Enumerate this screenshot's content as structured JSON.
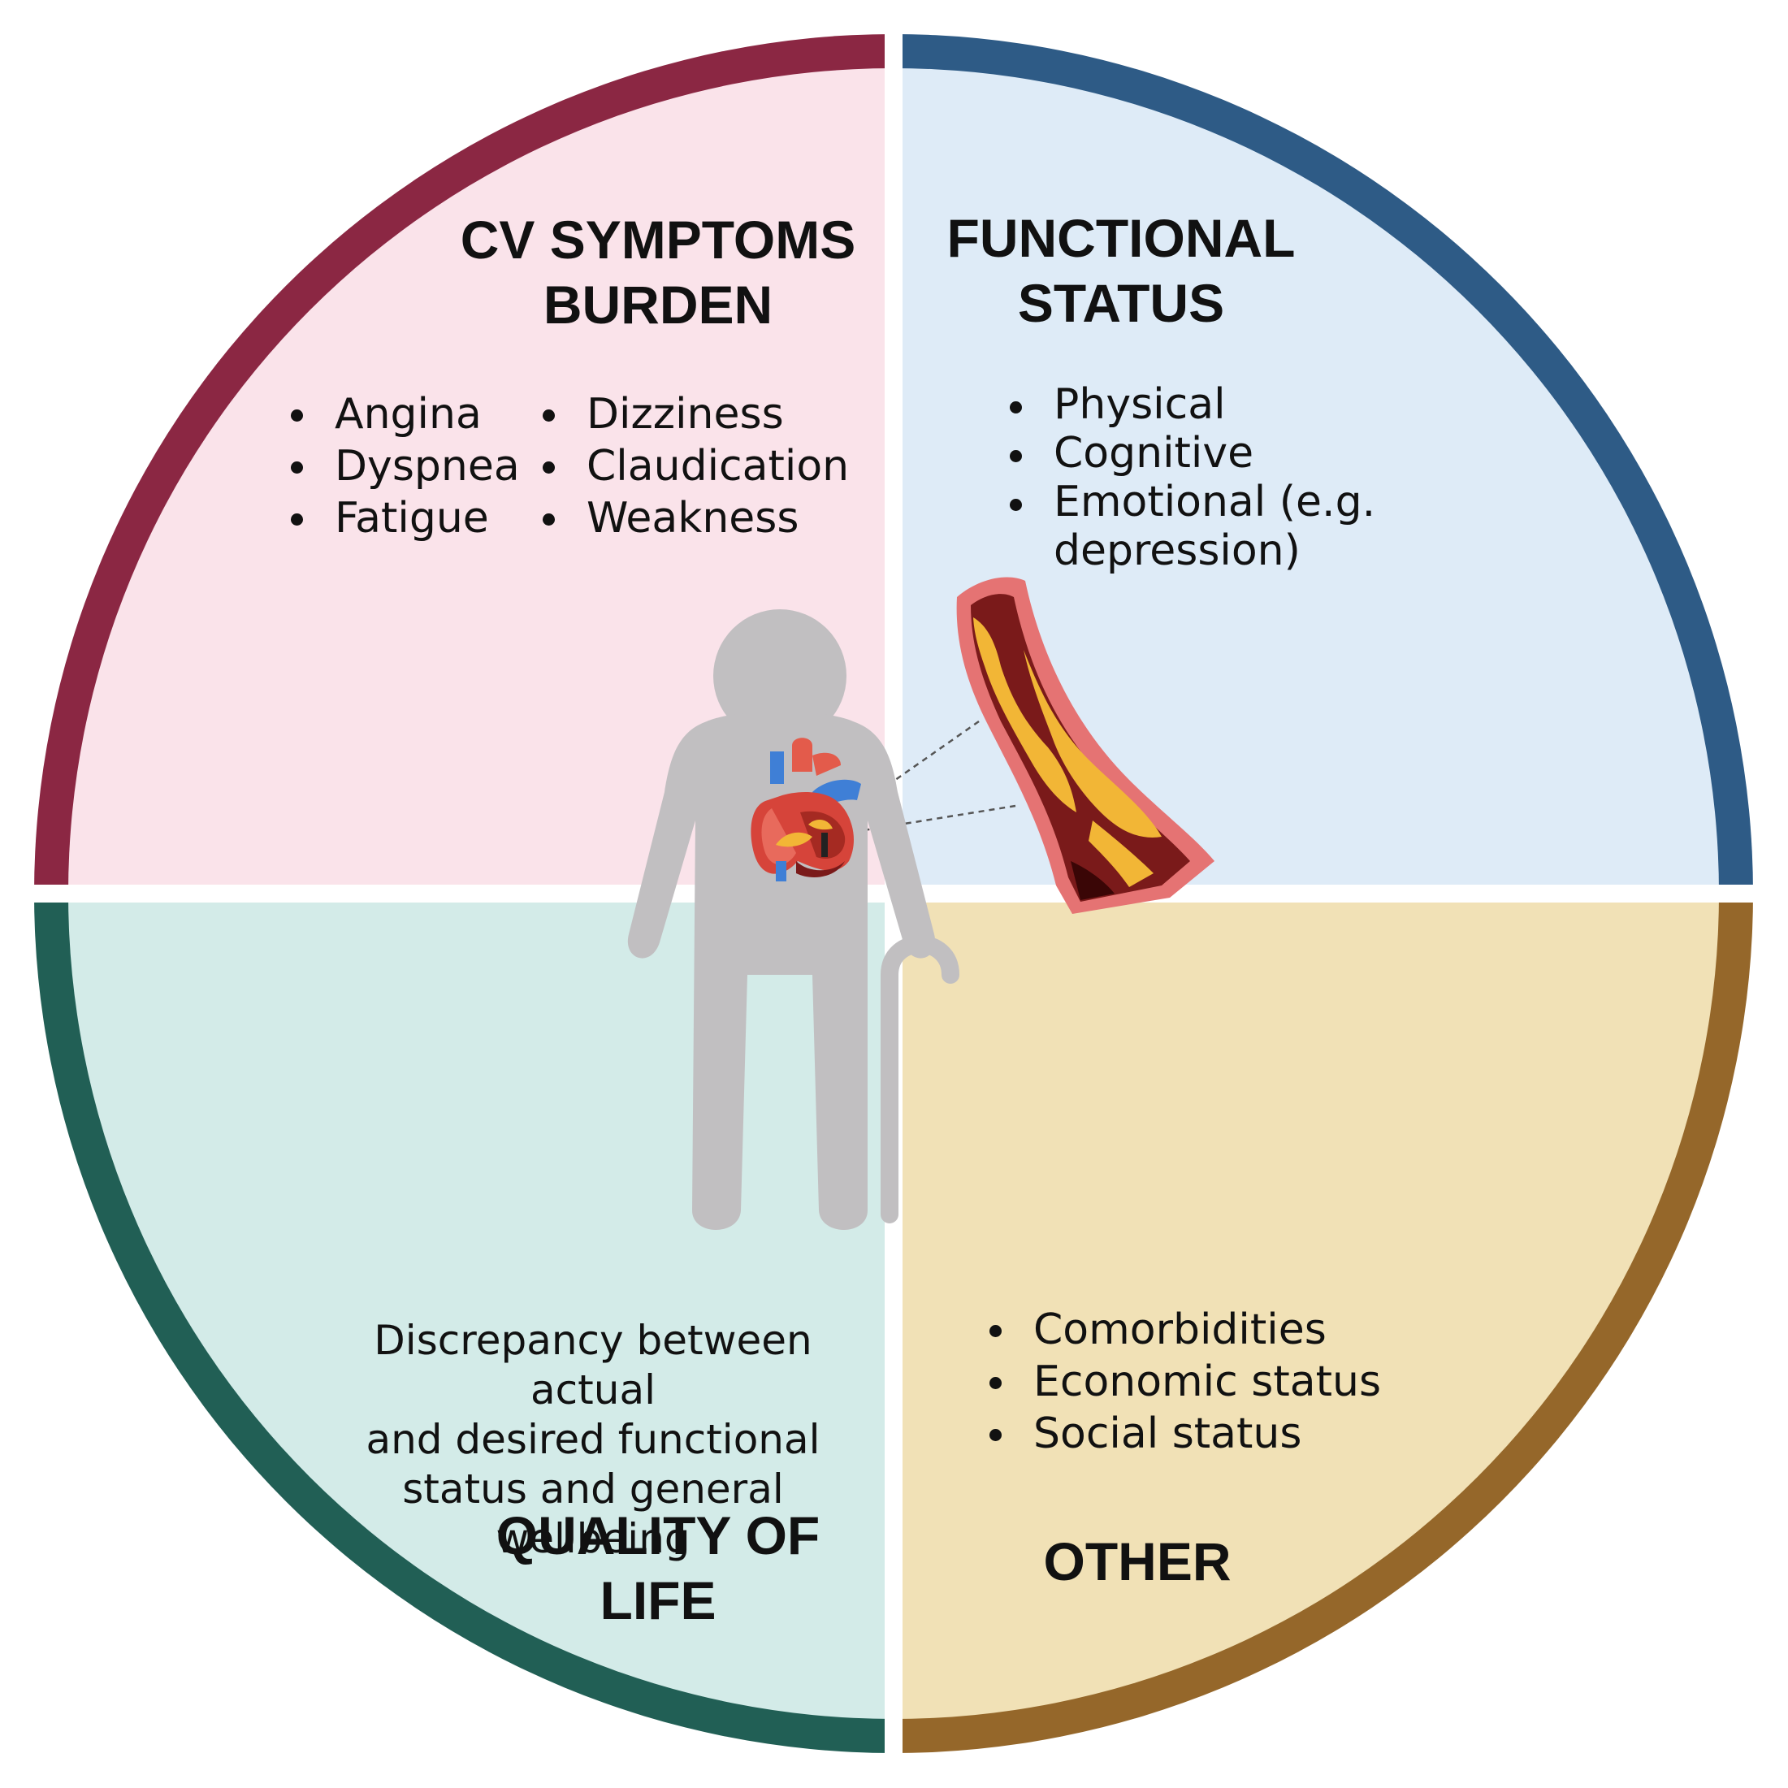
{
  "colors": {
    "q1_fill": "#fae3ea",
    "q1_ring": "#8b2743",
    "q2_fill": "#deebf7",
    "q2_ring": "#2e5b86",
    "q3_fill": "#d3ebe8",
    "q3_ring": "#215f55",
    "q4_fill": "#f1e1b6",
    "q4_ring": "#95672a",
    "figure": "#c1bfc1",
    "divider": "#ffffff"
  },
  "quadrants": {
    "cv_symptoms": {
      "title_lines": [
        "CV SYMPTOMS",
        "BURDEN"
      ],
      "col1": [
        "Angina",
        "Dyspnea",
        "Fatigue"
      ],
      "col2": [
        "Dizziness",
        "Claudication",
        "Weakness"
      ]
    },
    "functional_status": {
      "title_lines": [
        "FUNCTIONAL",
        "STATUS"
      ],
      "items": [
        "Physical",
        "Cognitive",
        "Emotional (e.g. depression)"
      ]
    },
    "quality_of_life": {
      "title_lines": [
        "QUALITY OF",
        "LIFE"
      ],
      "description_lines": [
        "Discrepancy between actual",
        "and desired functional",
        "status and general wellbeing"
      ]
    },
    "other": {
      "title_lines": [
        "OTHER"
      ],
      "items": [
        "Comorbidities",
        "Economic status",
        "Social status"
      ]
    }
  },
  "icons": [
    "elderly-person-icon",
    "walking-cane-icon",
    "heart-icon",
    "artery-plaque-icon"
  ]
}
